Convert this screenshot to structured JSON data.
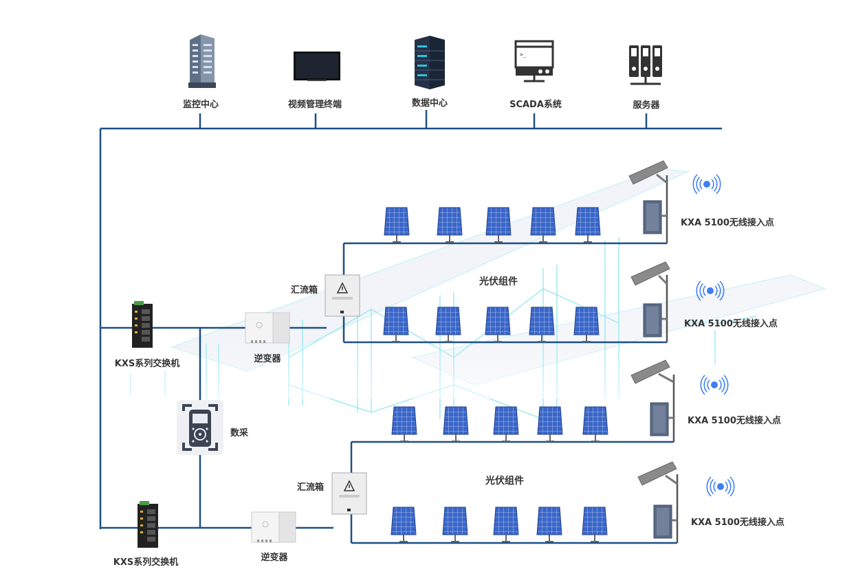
{
  "top_devices": [
    {
      "label": "监控中心",
      "icon": "building-icon"
    },
    {
      "label": "视频管理终端",
      "icon": "monitor-tv-icon"
    },
    {
      "label": "数据中心",
      "icon": "server-rack-icon"
    },
    {
      "label": "SCADA系统",
      "icon": "scada-terminal-icon"
    },
    {
      "label": "服务器",
      "icon": "server-tower-icon"
    }
  ],
  "switches": [
    {
      "label": "KXS系列交换机",
      "icon": "industrial-switch-icon"
    },
    {
      "label": "KXS系列交换机",
      "icon": "industrial-switch-icon"
    }
  ],
  "inverters": [
    {
      "label": "逆变器",
      "icon": "inverter-icon"
    },
    {
      "label": "逆变器",
      "icon": "inverter-icon"
    }
  ],
  "combiner_boxes": [
    {
      "label": "汇流箱",
      "icon": "combiner-box-icon"
    },
    {
      "label": "汇流箱",
      "icon": "combiner-box-icon"
    }
  ],
  "data_collector": {
    "label": "数采",
    "icon": "data-collector-icon"
  },
  "pv_group_labels": [
    "光伏组件",
    "光伏组件"
  ],
  "access_points": [
    {
      "label": "KXA 5100无线接入点"
    },
    {
      "label": "KXA 5100无线接入点"
    },
    {
      "label": "KXA 5100无线接入点"
    },
    {
      "label": "KXA 5100无线接入点"
    }
  ],
  "colors": {
    "line": "#1c4f86",
    "panel": "#3a66c8",
    "panel_dark": "#1f3f8f",
    "bg_structure": "#7fe3ee",
    "camera": "#8a8a8a",
    "wifi": "#3f7ef0"
  }
}
